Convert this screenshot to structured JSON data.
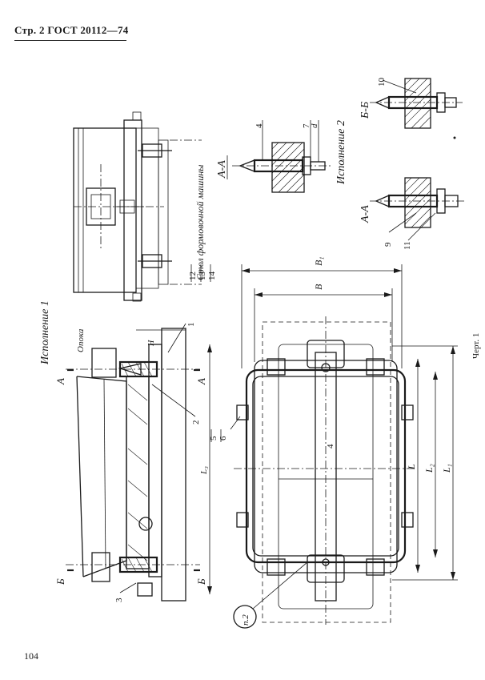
{
  "header": {
    "text": "Стр. 2 ГОСТ 20112—74"
  },
  "page_number": "104",
  "figure": {
    "caption": "Черт. 1",
    "variant1_title": "Исполнение 1",
    "variant2_title": "Исполнение 2",
    "table_label": "Стол формовочной машины",
    "opoka_label": "Опока",
    "section_aa": "А-А",
    "section_bb": "Б-Б",
    "marker_a": "А",
    "marker_b": "Б",
    "note_ref": "п.2",
    "dims": {
      "B1": "B₁",
      "B": "B",
      "L": "L",
      "L1": "L₁",
      "L2": "L₂",
      "L3": "L₃",
      "H": "H",
      "d": "d"
    },
    "positions": [
      "1",
      "2",
      "3",
      "4",
      "5",
      "6",
      "7",
      "9",
      "10",
      "11",
      "12",
      "13",
      "14"
    ]
  }
}
